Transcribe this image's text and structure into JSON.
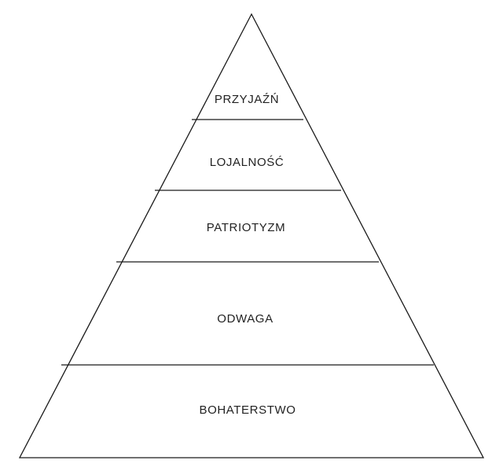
{
  "levels": [
    {
      "label": "PRZYJAŹŃ"
    },
    {
      "label": "LOJALNOŚĆ"
    },
    {
      "label": "PATRIOTYZM"
    },
    {
      "label": "ODWAGA"
    },
    {
      "label": "BOHATERSTWO"
    }
  ],
  "colors": {
    "stroke": "#1a1a1a",
    "text": "#222222",
    "background": "#ffffff"
  }
}
